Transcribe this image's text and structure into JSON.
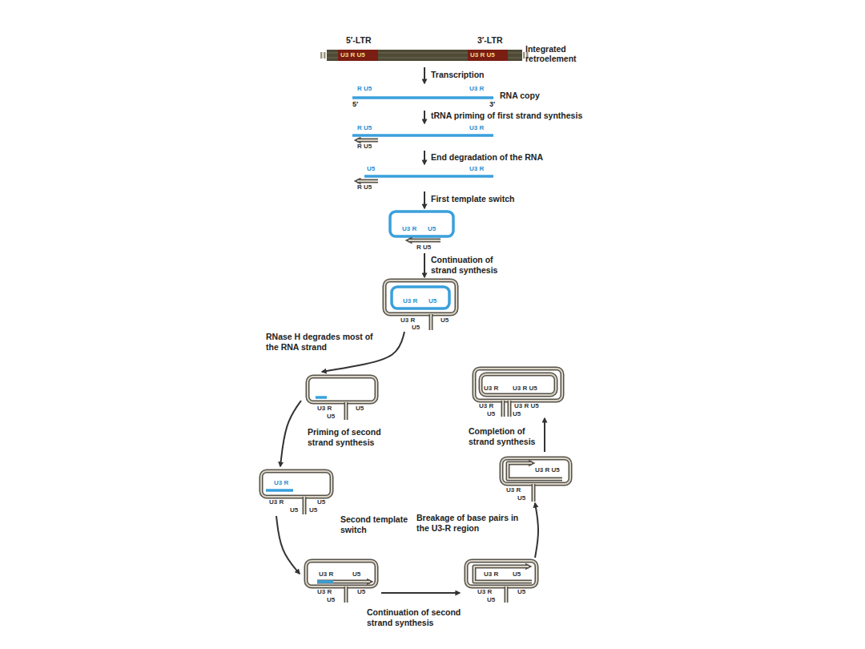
{
  "diagram": {
    "nodes": [
      {
        "text": [
          "5′-LTR",
          "U3 R U5",
          "3′-LTR",
          "U3 R U5",
          "Integrated retroelement"
        ]
      },
      {
        "text": [
          "R U5",
          "U3 R",
          "5′",
          "3′",
          "RNA copy"
        ]
      },
      {
        "text": [
          "R U5",
          "U3 R",
          "R U5"
        ]
      },
      {
        "text": [
          "U5",
          "U3 R",
          "R U5"
        ]
      },
      {
        "text": [
          "U3 R",
          "U5",
          "R U5"
        ]
      },
      {
        "text": [
          "U3 R",
          "U5",
          "U3 R",
          "U5",
          "U5"
        ]
      },
      {
        "text": [
          "U3 R",
          "U5",
          "U5"
        ]
      },
      {
        "text": [
          "U3 R",
          "U3 R",
          "U5",
          "U5",
          "U5"
        ]
      },
      {
        "text": [
          "U3 R",
          "U5",
          "U3 R",
          "U5",
          "U5"
        ]
      },
      {
        "text": [
          "U3 R",
          "U5",
          "U3 R",
          "U5",
          "U5"
        ]
      },
      {
        "text": [
          "U3 R U5",
          "U3 R",
          "U5"
        ]
      },
      {
        "text": [
          "U3 R",
          "U3 R U5",
          "U3 R",
          "U3 R U5",
          "U5",
          "U5"
        ]
      }
    ],
    "edges": [
      {
        "from": 0,
        "to": 1,
        "label": "Transcription",
        "arrow": "to"
      },
      {
        "from": 1,
        "to": 2,
        "label": "tRNA priming of first strand synthesis",
        "arrow": "to"
      },
      {
        "from": 2,
        "to": 3,
        "label": "End degradation of the RNA",
        "arrow": "to"
      },
      {
        "from": 3,
        "to": 4,
        "label": "First template switch",
        "arrow": "to"
      },
      {
        "from": 4,
        "to": 5,
        "label": "Continuation of strand synthesis",
        "arrow": "to"
      },
      {
        "from": 5,
        "to": 6,
        "label": "RNase H degrades most of the RNA strand",
        "arrow": "to"
      },
      {
        "from": 6,
        "to": 7,
        "label": "Priming of second strand synthesis",
        "arrow": "to"
      },
      {
        "from": 7,
        "to": 8,
        "label": "Second template switch",
        "arrow": "to"
      },
      {
        "from": 8,
        "to": 9,
        "label": "Continuation of second strand synthesis",
        "arrow": "to"
      },
      {
        "from": 9,
        "to": 10,
        "label": "Breakage of base pairs in the U3-R region",
        "arrow": "to"
      },
      {
        "from": 10,
        "to": 11,
        "label": "Completion of strand synthesis",
        "arrow": "to"
      }
    ]
  }
}
